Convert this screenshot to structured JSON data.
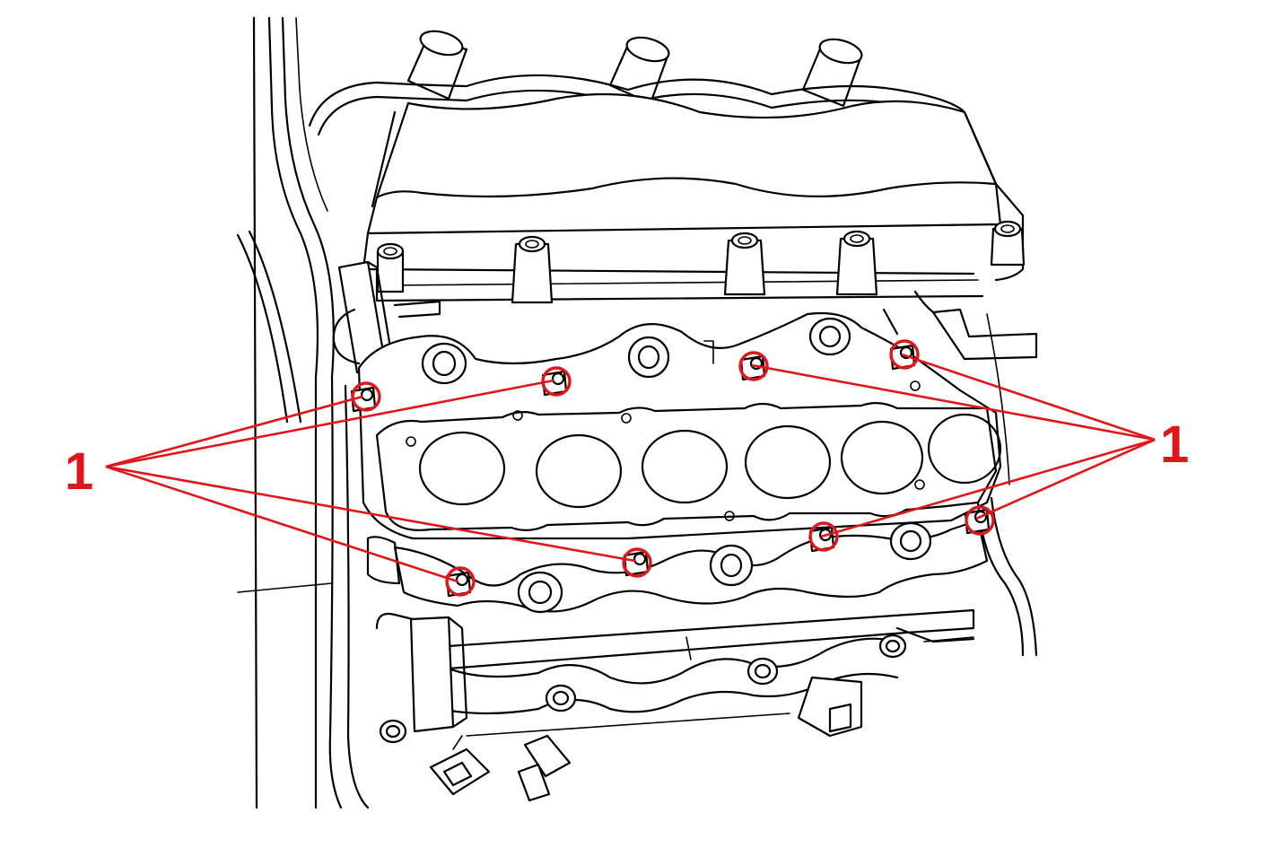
{
  "diagram": {
    "callouts": [
      {
        "id": "left",
        "label": "1",
        "target_count": 4
      },
      {
        "id": "right",
        "label": "1",
        "target_count": 4
      }
    ],
    "colors": {
      "callout": "#e0161b",
      "linework": "#000000",
      "background": "#ffffff"
    }
  }
}
